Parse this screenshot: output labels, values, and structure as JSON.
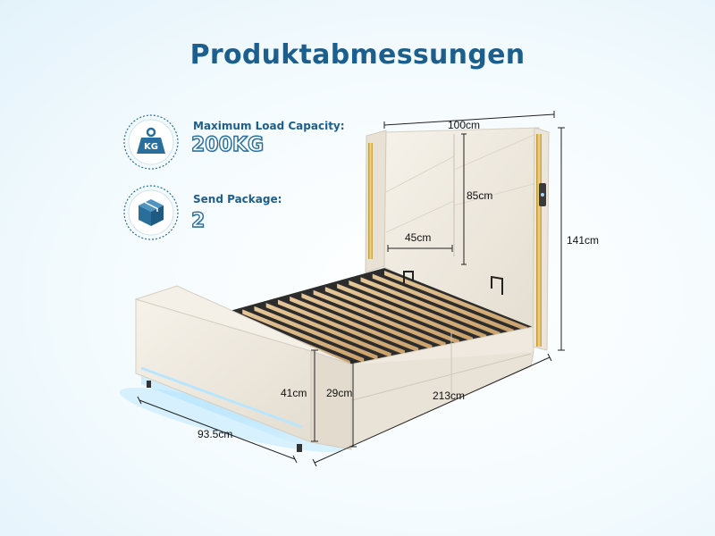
{
  "title": "Produktabmessungen",
  "specs": {
    "load": {
      "label": "Maximum Load Capacity:",
      "value": "200KG",
      "icon_text": "KG",
      "icon": "weight-icon"
    },
    "package": {
      "label": "Send Package:",
      "value": "2",
      "icon": "package-box-icon"
    }
  },
  "dimensions": {
    "width_headboard": "100cm",
    "headboard_height": "85cm",
    "panel_width": "45cm",
    "total_height": "141cm",
    "side_height": "41cm",
    "drawer_height": "29cm",
    "length": "213cm",
    "width_foot": "93.5cm"
  },
  "colors": {
    "title": "#1c5f8c",
    "icon_circle": "#2a6f9b",
    "fabric": "#efe9df",
    "gold_trim": "#d8b35a",
    "led_glow": "#8fd4ff",
    "slats": "#d8b78a"
  }
}
